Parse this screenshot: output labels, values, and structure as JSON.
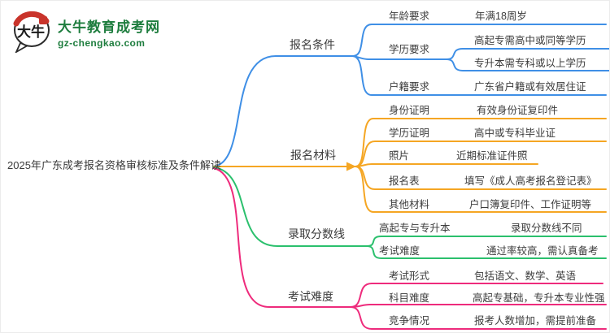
{
  "logo": {
    "title": "大牛教育成考网",
    "domain": "gz-chengkao.com",
    "icon_text": "大牛"
  },
  "root": {
    "title": "2025年广东成考报名资格审核标准及条件解读"
  },
  "colors": {
    "blue": "#3f8fe6",
    "orange": "#f5a623",
    "green": "#2bc06d",
    "pink": "#ee2b7c",
    "logo_green": "#1e7d3e",
    "logo_red": "#c9342b",
    "text": "#3a3a3a"
  },
  "branches": [
    {
      "label": "报名条件",
      "color": "#3f8fe6",
      "children": [
        {
          "label": "年龄要求",
          "value": "年满18周岁"
        },
        {
          "label": "学历要求",
          "children": [
            {
              "value": "高起专需高中或同等学历"
            },
            {
              "value": "专升本需专科或以上学历"
            }
          ]
        },
        {
          "label": "户籍要求",
          "value": "广东省户籍或有效居住证"
        }
      ]
    },
    {
      "label": "报名材料",
      "color": "#f5a623",
      "children": [
        {
          "label": "身份证明",
          "value": "有效身份证复印件"
        },
        {
          "label": "学历证明",
          "value": "高中或专科毕业证"
        },
        {
          "label": "照片",
          "value": "近期标准证件照"
        },
        {
          "label": "报名表",
          "value": "填写《成人高考报名登记表》"
        },
        {
          "label": "其他材料",
          "value": "户口簿复印件、工作证明等"
        }
      ]
    },
    {
      "label": "录取分数线",
      "color": "#2bc06d",
      "children": [
        {
          "label": "高起专与专升本",
          "value": "录取分数线不同"
        },
        {
          "label": "考试难度",
          "value": "通过率较高，需认真备考"
        }
      ]
    },
    {
      "label": "考试难度",
      "color": "#ee2b7c",
      "children": [
        {
          "label": "考试形式",
          "value": "包括语文、数学、英语"
        },
        {
          "label": "科目难度",
          "value": "高起专基础，专升本专业性强"
        },
        {
          "label": "竞争情况",
          "value": "报考人数增加，需提前准备"
        }
      ]
    }
  ]
}
